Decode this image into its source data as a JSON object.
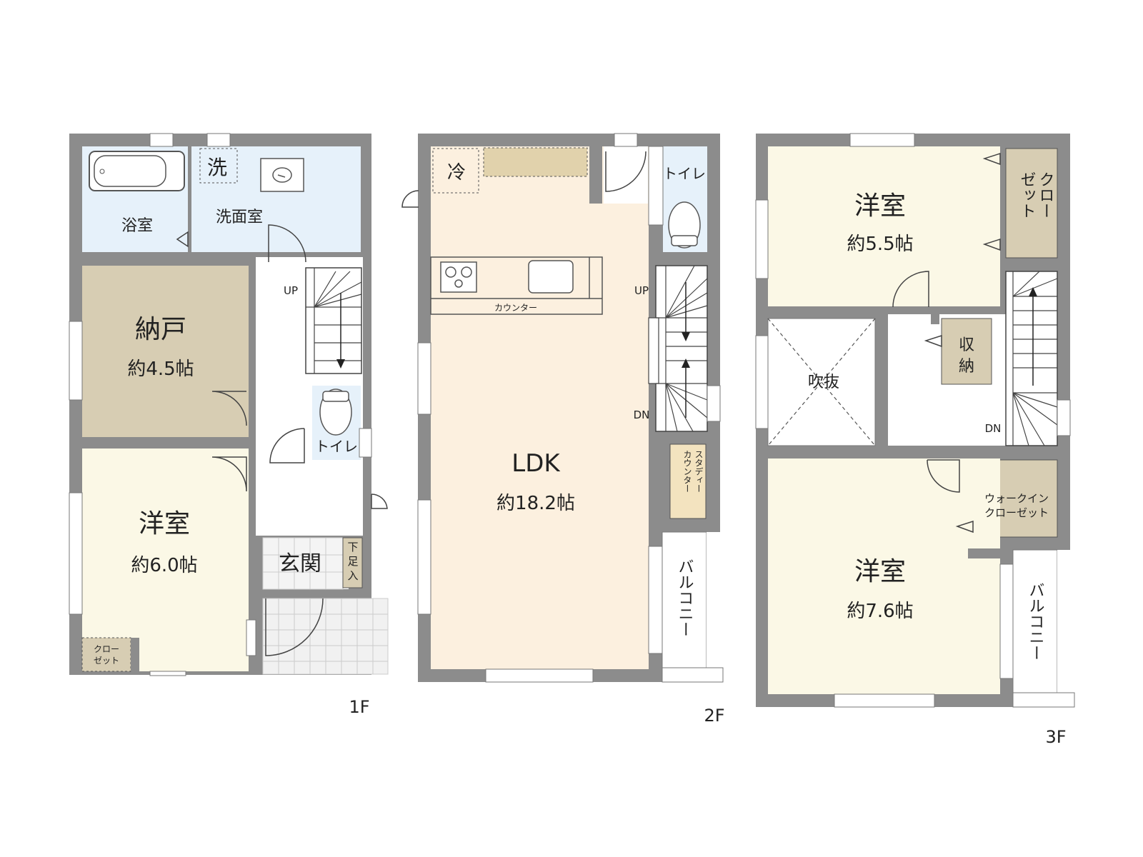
{
  "colors": {
    "wall": "#8c8c8c",
    "wet": "#e6f1fa",
    "storage": "#d7cdb3",
    "western": "#fbf8e6",
    "ldk": "#fcf0df",
    "hall": "#ffffff",
    "tile": "#ececec"
  },
  "floor1": {
    "label": "1F",
    "bath": "浴室",
    "washer": "洗",
    "washroom": "洗面室",
    "storeroom": "納戸",
    "storeroom_area": "約4.5帖",
    "western_room": "洋室",
    "western_room_area": "約6.0帖",
    "closet_1": "クロー",
    "closet_2": "ゼット",
    "toilet": "トイレ",
    "entrance": "玄関",
    "shoe_storage_1": "下",
    "shoe_storage_2": "足",
    "shoe_storage_3": "入",
    "stairs_up": "UP"
  },
  "floor2": {
    "label": "2F",
    "fridge": "冷",
    "toilet": "トイレ",
    "counter": "カウンター",
    "ldk": "LDK",
    "ldk_area": "約18.2帖",
    "stairs_up": "UP",
    "stairs_down": "DN",
    "study_counter_col1": "スタディー",
    "study_counter_col2": "カウンター",
    "balcony": "バルコニー"
  },
  "floor3": {
    "label": "3F",
    "room_a": "洋室",
    "room_a_area": "約5.5帖",
    "closet_col1": "クロー",
    "closet_col2": "ゼット",
    "void": "吹抜",
    "storage_1": "収",
    "storage_2": "納",
    "stairs_down": "DN",
    "walkin_1": "ウォークイン",
    "walkin_2": "クローゼット",
    "room_b": "洋室",
    "room_b_area": "約7.6帖",
    "balcony": "バルコニー"
  }
}
